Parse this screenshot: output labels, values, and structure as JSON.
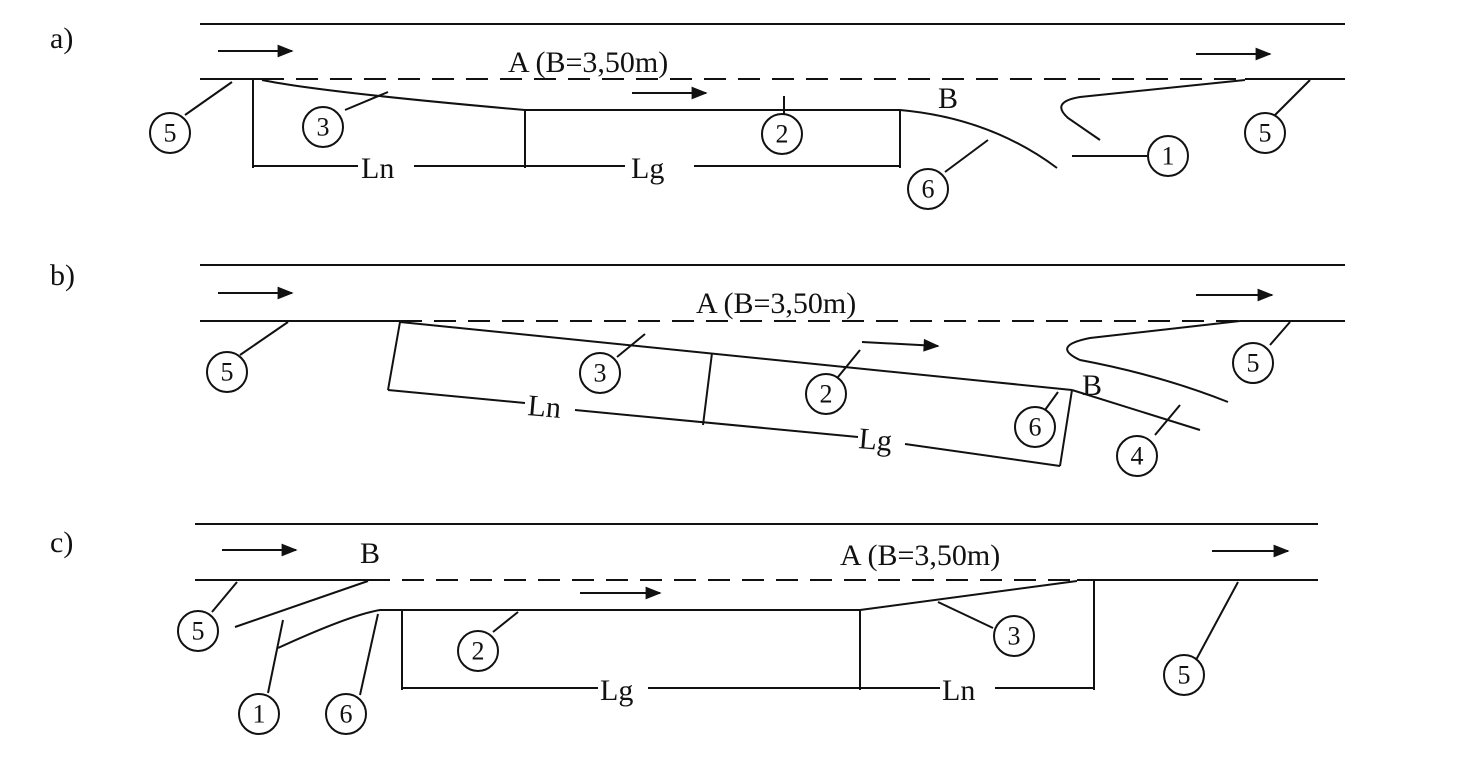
{
  "panels": [
    {
      "tag": "a)",
      "lane_label": "A (B=3,50m)",
      "point_label": "B",
      "dim_labels": [
        "Ln",
        "Lg"
      ],
      "callouts": [
        "5",
        "3",
        "2",
        "6",
        "1",
        "5"
      ]
    },
    {
      "tag": "b)",
      "lane_label": "A (B=3,50m)",
      "point_label": "B",
      "dim_labels": [
        "Ln",
        "Lg"
      ],
      "callouts": [
        "5",
        "3",
        "2",
        "6",
        "4",
        "5"
      ]
    },
    {
      "tag": "c)",
      "lane_label": "A (B=3,50m)",
      "point_label": "B",
      "dim_labels": [
        "Lg",
        "Ln"
      ],
      "callouts": [
        "5",
        "1",
        "6",
        "2",
        "3",
        "5"
      ]
    }
  ]
}
